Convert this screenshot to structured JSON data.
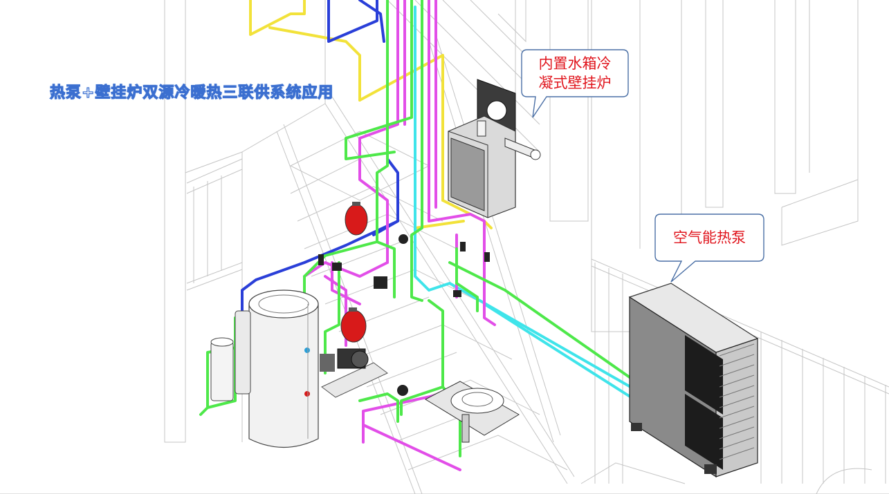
{
  "title": "热泵+壁挂炉双源冷暖热三联供系统应用",
  "callouts": {
    "boiler_line1": "内置水箱冷",
    "boiler_line2": "凝式壁挂炉",
    "heat_pump": "空气能热泵"
  },
  "pipe_colors": {
    "yellow": "#f2e23a",
    "blue": "#2a3fd8",
    "green": "#4ee84a",
    "magenta": "#e24ee8",
    "cyan": "#3fe4ea",
    "outline": "#b8b8b8"
  }
}
